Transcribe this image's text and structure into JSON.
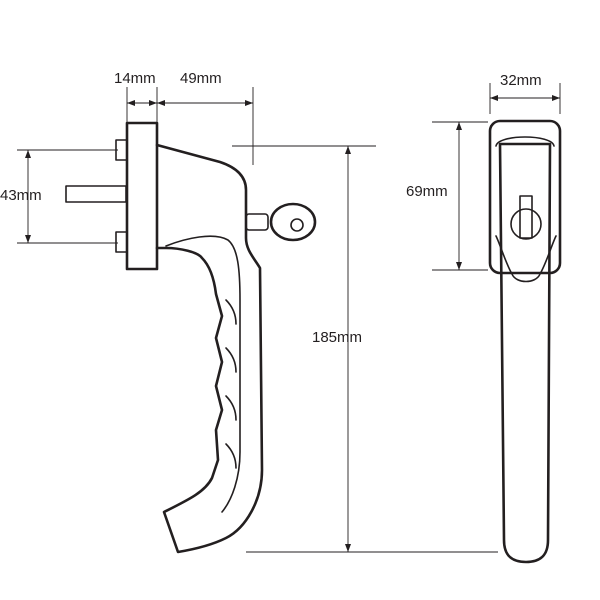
{
  "dimensions": {
    "backplate_depth": "14mm",
    "offset_to_handle": "49mm",
    "spindle_spacing": "43mm",
    "handle_length": "185mm",
    "width": "32mm",
    "base_height": "69mm"
  },
  "colors": {
    "line": "#231f20",
    "background": "#ffffff"
  }
}
